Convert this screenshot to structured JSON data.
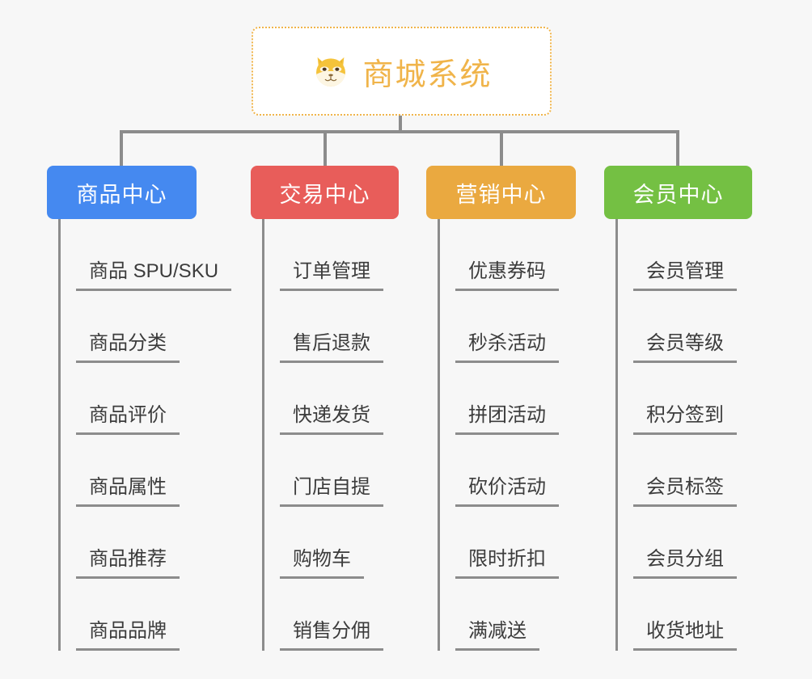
{
  "diagram": {
    "type": "mindmap",
    "background_color": "#f7f7f7",
    "root": {
      "title": "商城系统",
      "icon": "shiba-dog-face-emoji",
      "border_color": "#f0b44a",
      "text_color": "#f0b44a",
      "background_color": "#ffffff"
    },
    "connector_color": "#8c8c8c",
    "categories": [
      {
        "label": "商品中心",
        "color": "#4589f0",
        "items": [
          "商品 SPU/SKU",
          "商品分类",
          "商品评价",
          "商品属性",
          "商品推荐",
          "商品品牌"
        ]
      },
      {
        "label": "交易中心",
        "color": "#e85d5a",
        "items": [
          "订单管理",
          "售后退款",
          "快递发货",
          "门店自提",
          "购物车",
          "销售分佣"
        ]
      },
      {
        "label": "营销中心",
        "color": "#eaa940",
        "items": [
          "优惠券码",
          "秒杀活动",
          "拼团活动",
          "砍价活动",
          "限时折扣",
          "满减送"
        ]
      },
      {
        "label": "会员中心",
        "color": "#74c043",
        "items": [
          "会员管理",
          "会员等级",
          "积分签到",
          "会员标签",
          "会员分组",
          "收货地址"
        ]
      }
    ]
  }
}
